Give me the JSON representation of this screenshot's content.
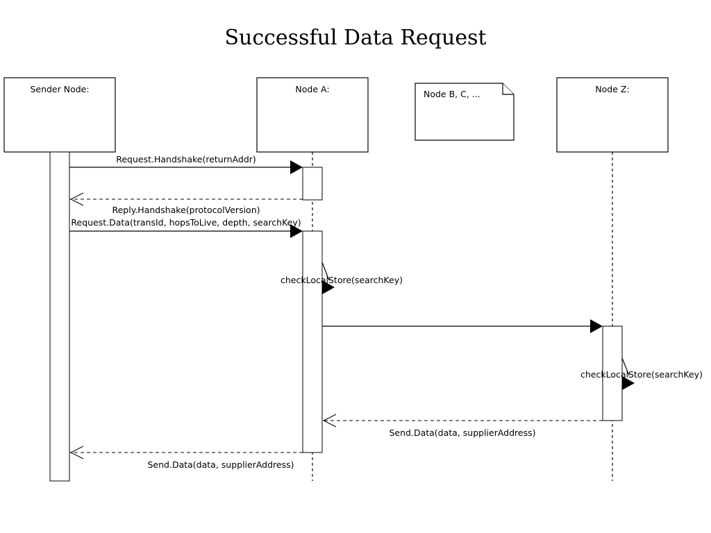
{
  "title": "Successful Data Request",
  "participants": {
    "sender": "Sender Node:",
    "node_a": "Node A:",
    "node_z": "Node Z:"
  },
  "note": "Node B, C, ...",
  "messages": {
    "m1": "Request.Handshake(returnAddr)",
    "m2": "Reply.Handshake(protocolVersion)",
    "m3": "Request.Data(transId, hopsToLive, depth, searchKey)",
    "m4": "checkLocalStore(searchKey)",
    "m6": "checkLocalStore(searchKey)",
    "m7": "Send.Data(data, supplierAddress)",
    "m8": "Send.Data(data, supplierAddress)"
  }
}
